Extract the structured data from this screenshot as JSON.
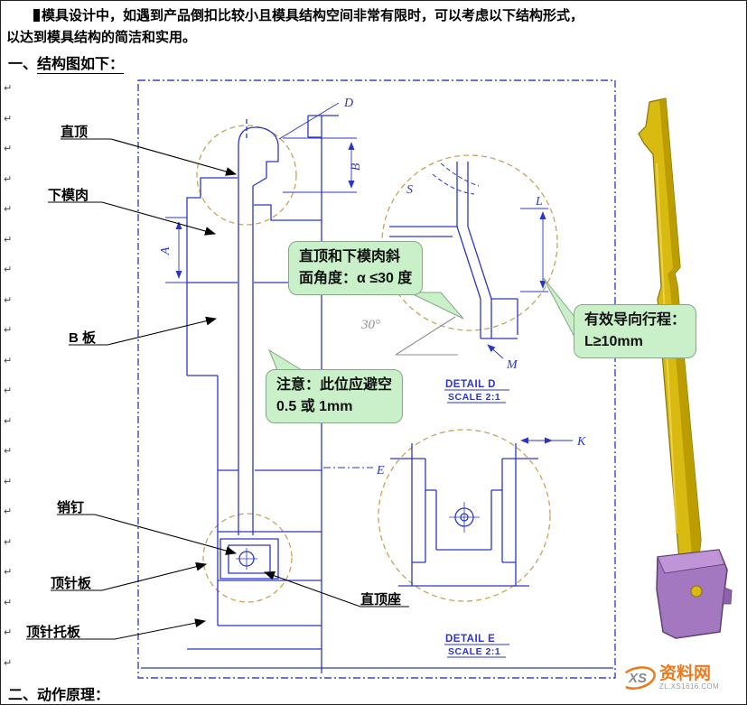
{
  "doc": {
    "intro_line1": "模具设计中，如遇到产品倒扣比较小且模具结构空间非常有限时，可以考虑以下结构形式，",
    "intro_line2": "以达到模具结构的简洁和实用。",
    "section1_num": "一、",
    "section1_title": "结构图如下：",
    "section2_num": "二、",
    "section2_title": "动作原理：",
    "para_mark": "↵"
  },
  "labels": {
    "zhi_ding": "直顶",
    "xia_mo_rou": "下模肉",
    "b_ban": "B 板",
    "xiao_ding": "销钉",
    "ding_zhen_ban": "顶针板",
    "ding_zhen_tuo_ban": "顶针托板",
    "zhi_ding_zuo": "直顶座"
  },
  "callouts": {
    "angle_line1": "直顶和下模肉斜",
    "angle_line2": "面角度：α ≤30 度",
    "note_line1": "注意：此位应避空",
    "note_line2": "0.5 或 1mm",
    "travel_line1": "有效导向行程：",
    "travel_line2": "L≥10mm"
  },
  "drawing": {
    "letters": {
      "d": "D",
      "b": "B",
      "a": "A",
      "s": "S",
      "l": "L",
      "m": "M",
      "k": "K",
      "e": "E",
      "angle30": "30°"
    },
    "detail_d_title": "DETAIL D",
    "detail_d_scale": "SCALE 2:1",
    "detail_e_title": "DETAIL E",
    "detail_e_scale": "SCALE 2:1",
    "colors": {
      "line_blue": "#2b36c9",
      "detail_circle_tan": "#c9a25a",
      "callout_green": "#c9f0c9",
      "part_yellow": "#d8ba10",
      "base_purple": "#a478c0"
    }
  },
  "watermark": {
    "logo": "XS",
    "name": "资料网",
    "url": "ZL.XS1616.COM"
  }
}
